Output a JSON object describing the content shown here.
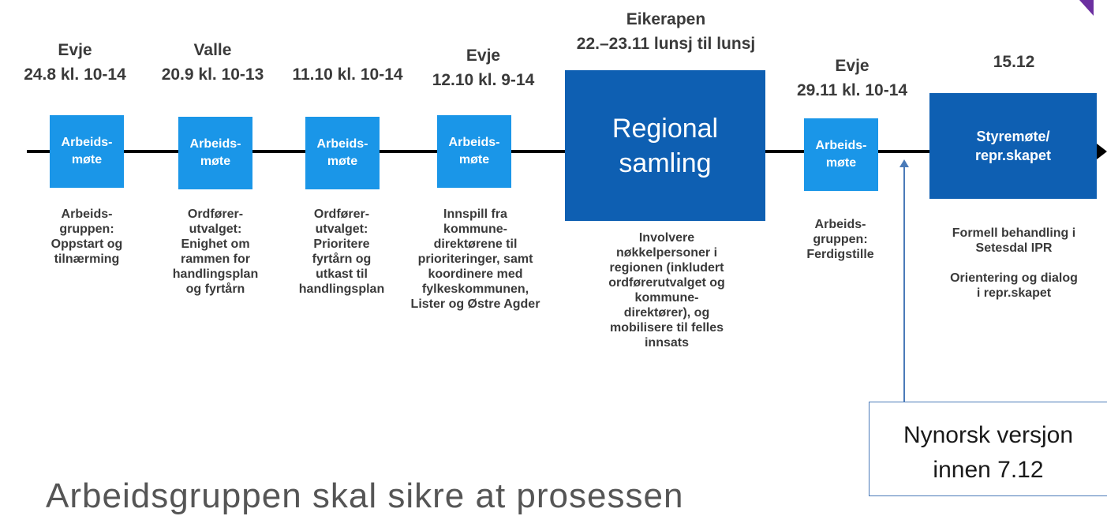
{
  "headers": [
    {
      "place": "Evje",
      "date": "24.8 kl. 10-14"
    },
    {
      "place": "Valle",
      "date": "20.9 kl. 10-13"
    },
    {
      "place": "",
      "date": "11.10 kl. 10-14"
    },
    {
      "place": "Evje",
      "date": "12.10 kl. 9-14"
    },
    {
      "place": "Eikerapen",
      "date": "22.–23.11 lunsj til lunsj"
    },
    {
      "place": "Evje",
      "date": "29.11 kl. 10-14"
    },
    {
      "place": "",
      "date": "15.12"
    }
  ],
  "boxes": [
    "Arbeids-\nmøte",
    "Arbeids-\nmøte",
    "Arbeids-\nmøte",
    "Arbeids-\nmøte",
    "Regional\nsamling",
    "Arbeids-\nmøte",
    "Styremøte/\nrepr.skapet"
  ],
  "descriptions": [
    "Arbeids-\ngruppen:\nOppstart og\ntilnærming",
    "Ordfører-\nutvalget:\nEnighet om\nrammen for\nhandlingsplan\nog fyrtårn",
    "Ordfører-\nutvalget:\nPrioritere\nfyrtårn og\nutkast til\nhandlingsplan",
    "Innspill fra\nkommune-\ndirektørene til\nprioriteringer, samt\nkoordinere med\nfylkeskommunen,\nLister og Østre Agder",
    "Involvere\nnøkkelpersoner i\nregionen (inkludert\nordførerutvalget og\nkommune-\ndirektører), og\nmobilisere til felles\ninnsats",
    "Arbeids-\ngruppen:\nFerdigstille",
    "Formell behandling i\nSetesdal IPR\n\nOrientering og dialog\ni repr.skapet"
  ],
  "callout": "Nynorsk versjon\ninnen 7.12",
  "bottom_text": "Arbeidsgruppen skal sikre at prosessen",
  "colors": {
    "work_meeting": "#1a96e8",
    "regional": "#0e5fb2",
    "accent": "#6b2fa0"
  }
}
